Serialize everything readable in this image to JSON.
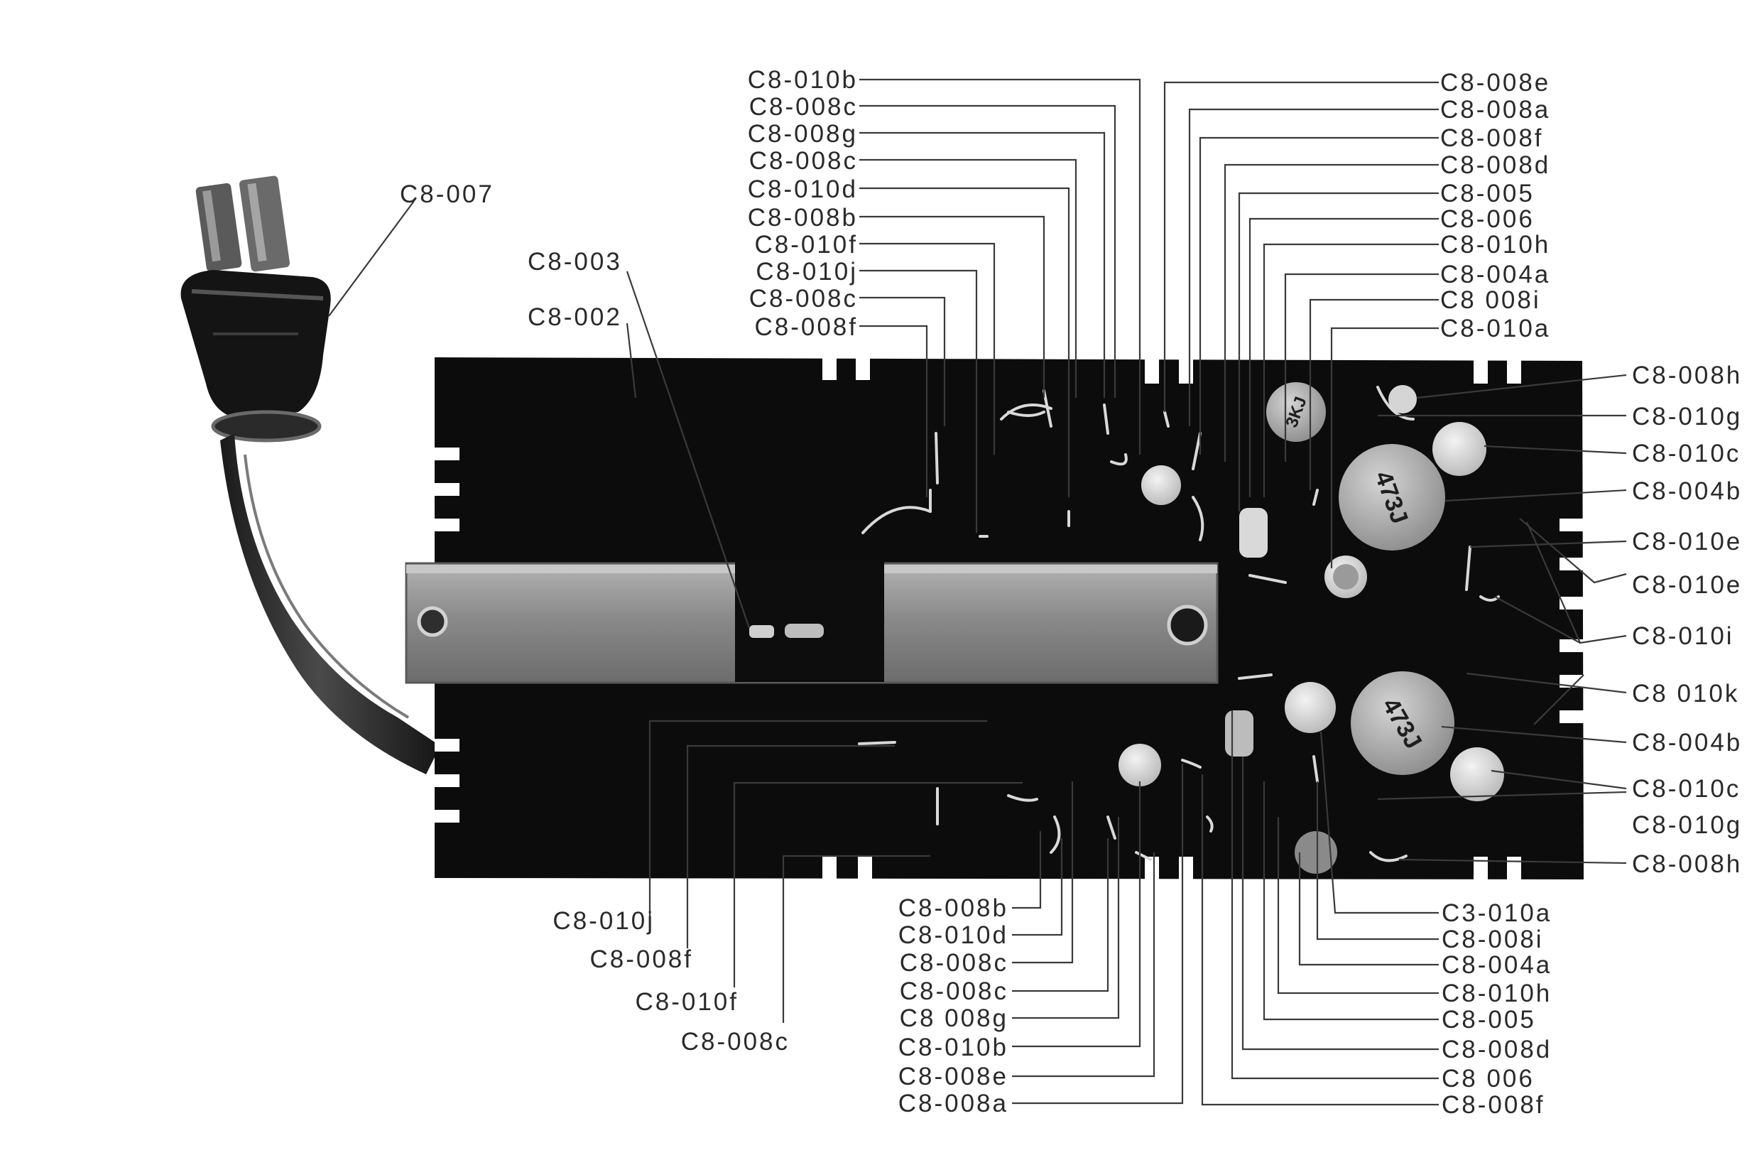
{
  "connector_label": "C8-007",
  "board_labels": {
    "bracket": "C8-003",
    "board": "C8-002"
  },
  "top_left_labels": [
    "C8-010b",
    "C8-008c",
    "C8-008g",
    "C8-008c",
    "C8-010d",
    "C8-008b",
    "C8-010f",
    "C8-010j",
    "C8-008c",
    "C8-008f"
  ],
  "top_right_labels": [
    "C8-008e",
    "C8-008a",
    "C8-008f",
    "C8-008d",
    "C8-005",
    "C8-006",
    "C8-010h",
    "C8-004a",
    "C8 008i",
    "C8-010a"
  ],
  "right_labels": [
    "C8-008h",
    "C8-010g",
    "C8-010c",
    "C8-004b",
    "C8-010e",
    "C8-010e",
    "C8-010i",
    "C8 010k",
    "C8-004b",
    "C8-010c",
    "C8-010g",
    "C8-008h"
  ],
  "bottom_left_labels": [
    "C8-010j",
    "C8-008f",
    "C8-010f",
    "C8-008c"
  ],
  "bottom_center_labels": [
    "C8-008b",
    "C8-010d",
    "C8-008c",
    "C8-008c",
    "C8 008g",
    "C8-010b",
    "C8-008e",
    "C8-008a"
  ],
  "bottom_right_labels": [
    "C3-010a",
    "C8-008i",
    "C8-004a",
    "C8-010h",
    "C8-005",
    "C8-008d",
    "C8 006",
    "C8-008f"
  ],
  "component_markings": {
    "cap_upper": "473J",
    "cap_lower": "473J",
    "small_cap": "3KJ"
  },
  "colors": {
    "board": "#0c0c0c",
    "bracket": "#8f8f8f",
    "leader": "#3a3a3a",
    "text": "#2a2a2a"
  }
}
